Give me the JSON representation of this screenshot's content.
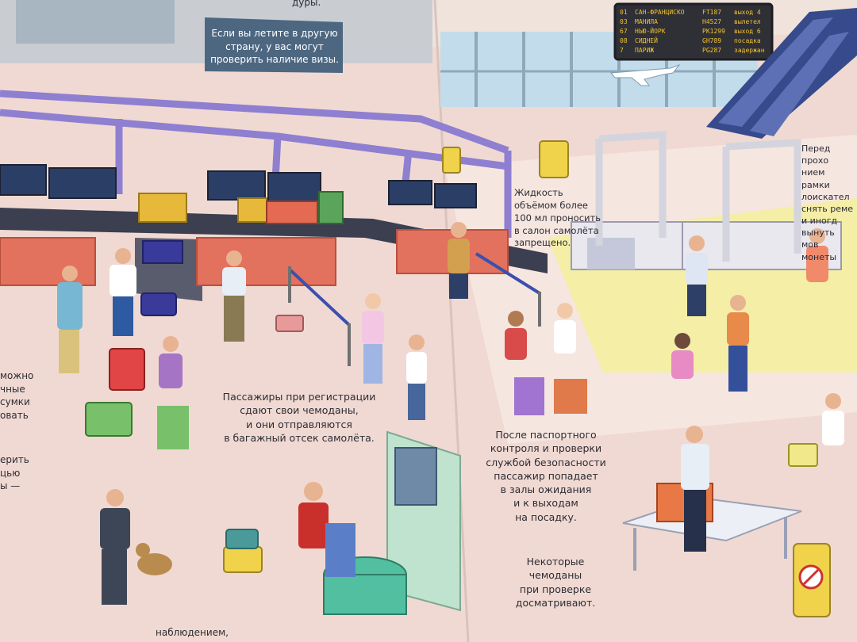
{
  "captions": {
    "visa": "Если вы летите в другую\nстрану, у вас могут\nпроверить наличие визы.",
    "top_fragment": "дуры.",
    "liquids": "Жидкость\nобъёмом более\n100 мл проносить\nв салон самолёта\nзапрещено.",
    "checkin": "Пассажиры при регистрации\nсдают свои чемоданы,\nи они отправляются\nв багажный отсек самолёта.",
    "passport": "После паспортного\nконтроля и проверки\nслужбой безопасности\nпассажир попадает\nв залы ожидания\nи к выходам\nна посадку.",
    "inspection": "Некоторые\nчемоданы\nпри проверке\nдосматривают.",
    "right_fragment": "Перед прохо\nнием рамки\nлоискател\nснять реме\nи иногд\nвынуть\nмов\nмонеты",
    "left_fragment_1": "можно\nчные\nсумки\nовать",
    "left_fragment_2": "ерить\nцью\nы —",
    "bottom_fragment": "наблюдением,"
  },
  "departures_board": {
    "rows": [
      {
        "num": "01",
        "city": "САН-ФРАНЦИСКО",
        "flight": "FT187",
        "status": "выход 4"
      },
      {
        "num": "03",
        "city": "МАНИЛА",
        "flight": "H4527",
        "status": "вылетел"
      },
      {
        "num": "67",
        "city": "НЬЮ-ЙОРК",
        "flight": "PK1299",
        "status": "выход 6"
      },
      {
        "num": "08",
        "city": "СИДНЕЙ",
        "flight": "GH789",
        "status": "посадка"
      },
      {
        "num": "7",
        "city": "ПАРИЖ",
        "flight": "PG287",
        "status": "задержан"
      }
    ]
  },
  "colors": {
    "floor": "#f0d9d2",
    "floor_light": "#f6e6e0",
    "counter": "#e2715e",
    "frame": "#8f7fd1",
    "security_zone": "#f3ef9c",
    "sign_panel": "#4d6781",
    "board": "#2f2f36",
    "board_text": "#f1c232",
    "window_glass": "#c3dceb",
    "escalator": "#364a8c"
  }
}
